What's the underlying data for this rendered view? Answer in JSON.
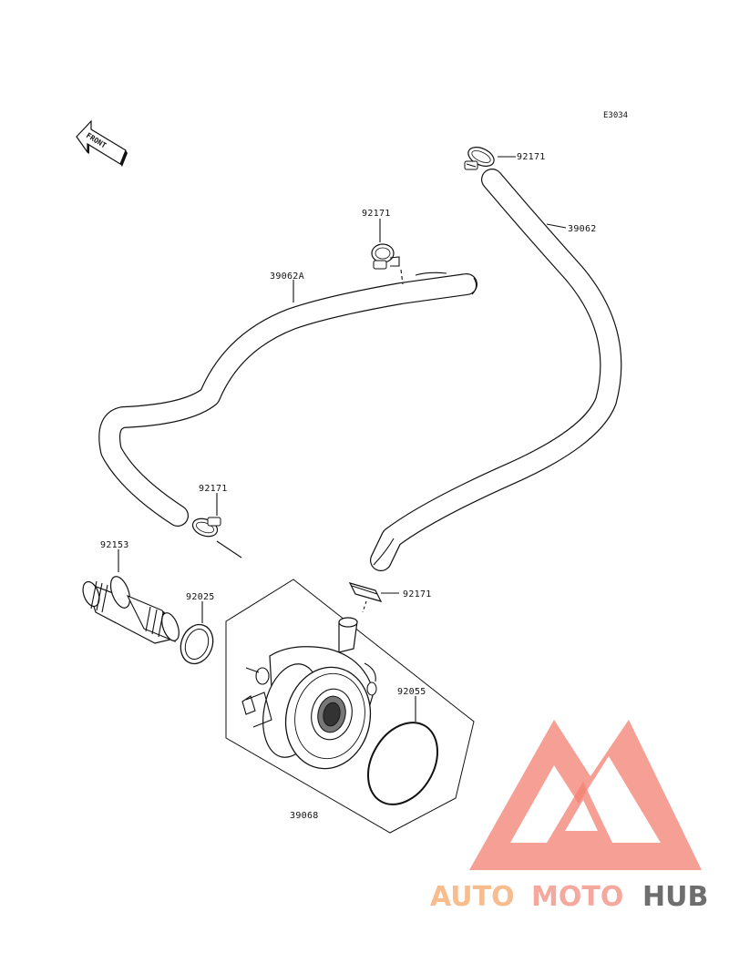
{
  "diagram": {
    "code": "E3034",
    "direction_label": "FRONT",
    "parts": {
      "clamp_top_right": "92171",
      "hose_right": "39062",
      "clamp_upper_mid": "92171",
      "hose_left": "39062A",
      "clamp_left": "92171",
      "fitting": "92153",
      "gasket": "92025",
      "clamp_lower": "92171",
      "o_ring": "92055",
      "oil_cooler": "39068"
    }
  },
  "watermark": {
    "brand_part1": "AUTO",
    "brand_part2": "MOTO",
    "brand_part3": "HUB",
    "colors": {
      "light": "#f7b27c",
      "mid": "#f39a8e",
      "dark": "#555555",
      "triangle": "#f26a5a"
    }
  }
}
